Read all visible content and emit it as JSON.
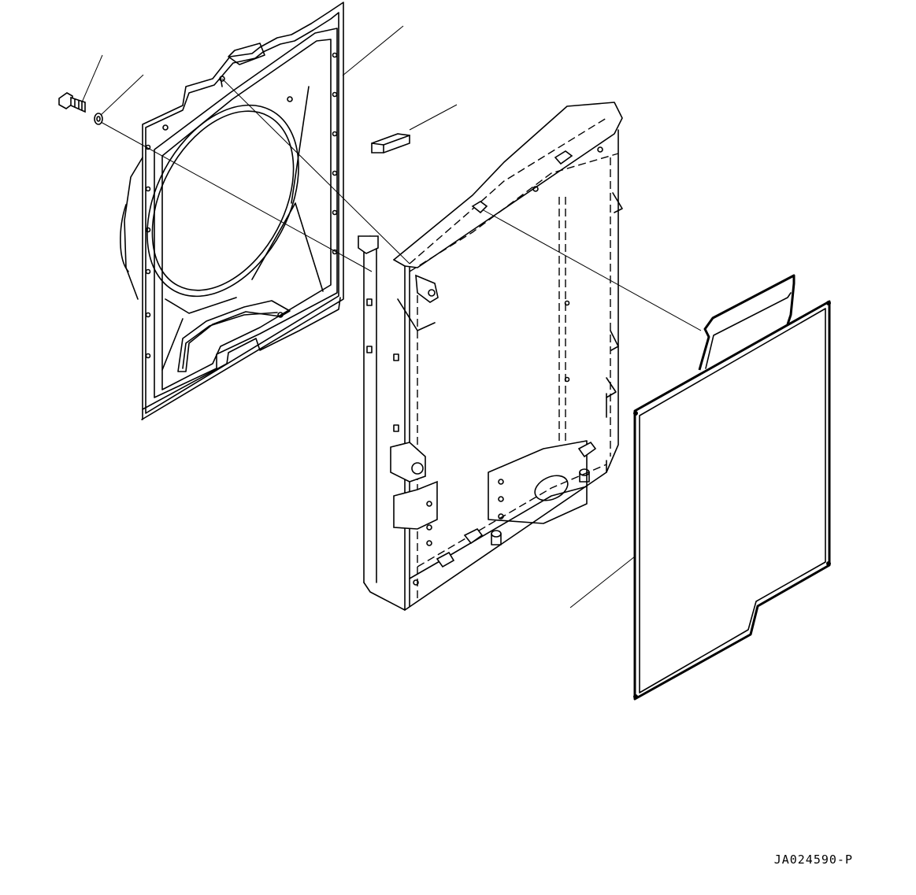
{
  "drawing": {
    "code": "JA024590-P",
    "parts": [
      "bolt",
      "washer",
      "fan-shroud",
      "seal",
      "radiator-frame",
      "screen-net"
    ]
  }
}
